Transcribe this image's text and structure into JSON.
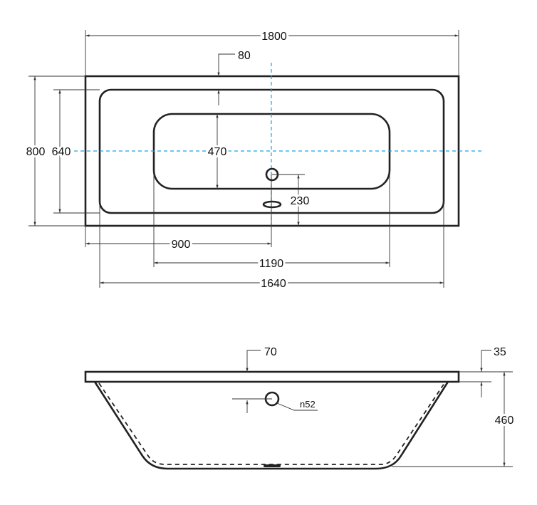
{
  "top_view": {
    "dim_overall_length": "1800",
    "dim_rim_width": "80",
    "dim_overall_width": "800",
    "dim_inner_width": "640",
    "dim_basin_width": "470",
    "dim_drain_offset": "230",
    "dim_drain_from_end": "900",
    "dim_basin_length": "1190",
    "dim_inner_length": "1640",
    "axis_color": "#1aa3e8"
  },
  "side_view": {
    "dim_rim_thickness": "70",
    "dim_rim_edge": "35",
    "dim_depth": "460",
    "overflow_diameter": "n52"
  }
}
